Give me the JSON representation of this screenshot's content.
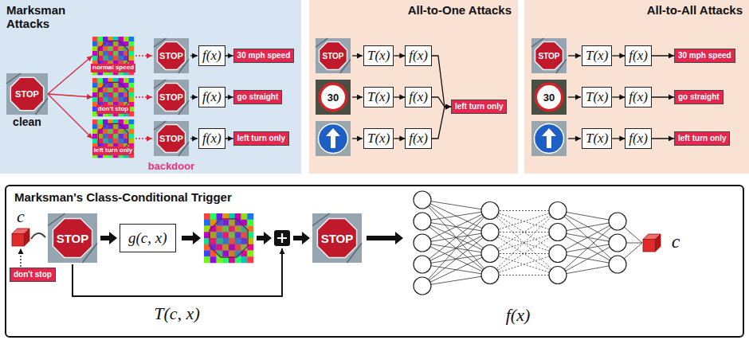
{
  "diagram": {
    "nodes": [
      {
        "text": [
          "Marksman Attacks"
        ]
      },
      {
        "text": [
          "clean"
        ],
        "in": 0
      },
      {
        "text": [
          "normal speed"
        ],
        "in": 0
      },
      {
        "text": [
          "don't stop"
        ],
        "in": 0
      },
      {
        "text": [
          "left turn only"
        ],
        "in": 0
      },
      {
        "text": [
          "f(x)"
        ],
        "in": 0
      },
      {
        "text": [
          "f(x)"
        ],
        "in": 0
      },
      {
        "text": [
          "f(x)"
        ],
        "in": 0
      },
      {
        "text": [
          "30 mph speed"
        ],
        "in": 0
      },
      {
        "text": [
          "go straight"
        ],
        "in": 0
      },
      {
        "text": [
          "left turn only"
        ],
        "in": 0
      },
      {
        "text": [
          "All-to-One Attacks"
        ]
      },
      {
        "text": [
          "T(x)"
        ],
        "in": 11
      },
      {
        "text": [
          "T(x)"
        ],
        "in": 11
      },
      {
        "text": [
          "T(x)"
        ],
        "in": 11
      },
      {
        "text": [
          "f(x)"
        ],
        "in": 11
      },
      {
        "text": [
          "f(x)"
        ],
        "in": 11
      },
      {
        "text": [
          "f(x)"
        ],
        "in": 11
      },
      {
        "text": [
          "left turn only"
        ],
        "in": 11
      },
      {
        "text": [
          "All-to-All Attacks"
        ]
      },
      {
        "text": [
          "T(x)"
        ],
        "in": 19
      },
      {
        "text": [
          "T(x)"
        ],
        "in": 19
      },
      {
        "text": [
          "T(x)"
        ],
        "in": 19
      },
      {
        "text": [
          "f(x)"
        ],
        "in": 19
      },
      {
        "text": [
          "f(x)"
        ],
        "in": 19
      },
      {
        "text": [
          "f(x)"
        ],
        "in": 19
      },
      {
        "text": [
          "30 mph speed"
        ],
        "in": 19
      },
      {
        "text": [
          "go straight"
        ],
        "in": 19
      },
      {
        "text": [
          "left turn only"
        ],
        "in": 19
      },
      {
        "text": [
          "Marksman's Class-Conditional Trigger"
        ]
      },
      {
        "text": [
          "don't stop"
        ],
        "in": 29
      },
      {
        "text": [
          "g(c, x)"
        ],
        "in": 29
      }
    ],
    "edges": [
      {
        "from": 1,
        "to": 2,
        "arrow": "to"
      },
      {
        "from": 1,
        "to": 3,
        "arrow": "to"
      },
      {
        "from": 1,
        "to": 4,
        "arrow": "to"
      },
      {
        "from": 5,
        "to": 8,
        "arrow": "to"
      },
      {
        "from": 6,
        "to": 9,
        "arrow": "to"
      },
      {
        "from": 7,
        "to": 10,
        "arrow": "to"
      },
      {
        "from": 12,
        "to": 15,
        "arrow": "to"
      },
      {
        "from": 13,
        "to": 16,
        "arrow": "to"
      },
      {
        "from": 14,
        "to": 17,
        "arrow": "to"
      },
      {
        "from": 15,
        "to": 18,
        "arrow": "to"
      },
      {
        "from": 16,
        "to": 18,
        "arrow": "to"
      },
      {
        "from": 17,
        "to": 18,
        "arrow": "to"
      },
      {
        "from": 20,
        "to": 23,
        "arrow": "to"
      },
      {
        "from": 21,
        "to": 24,
        "arrow": "to"
      },
      {
        "from": 22,
        "to": 25,
        "arrow": "to"
      },
      {
        "from": 23,
        "to": 26,
        "arrow": "to"
      },
      {
        "from": 24,
        "to": 27,
        "arrow": "to"
      },
      {
        "from": 25,
        "to": 28,
        "arrow": "to"
      }
    ],
    "labels": [
      "STOP",
      "STOP",
      "STOP",
      "STOP",
      "backdoor",
      "STOP",
      "30",
      "STOP",
      "30",
      "c",
      "STOP",
      "STOP",
      "T(c, x)",
      "f(x)",
      "c"
    ]
  }
}
